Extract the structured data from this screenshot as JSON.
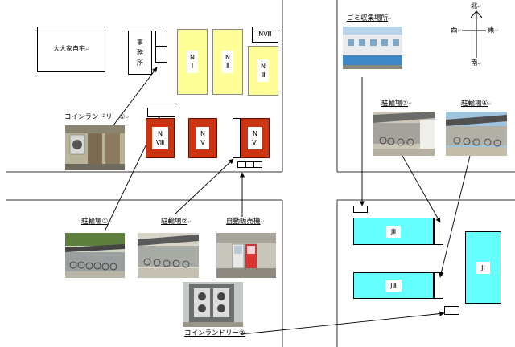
{
  "labels": {
    "owner_house": "大大家自宅",
    "office": [
      "事",
      "務",
      "所"
    ],
    "laundry1": "コインランドリー①",
    "laundry2": "コインランドリー②",
    "bike1": "駐輪場①",
    "bike2": "駐輪場②",
    "bike3": "駐輪場③",
    "bike4": "駐輪場④",
    "vending": "自動販売機",
    "garbage": "ゴミ収集場所",
    "return_mark": "↵"
  },
  "compass": {
    "north": "北",
    "south": "南",
    "east": "東",
    "west": "西"
  },
  "buildings": {
    "n1": [
      "N",
      "Ⅰ"
    ],
    "n2": [
      "N",
      "Ⅱ"
    ],
    "n3": [
      "N",
      "Ⅲ"
    ],
    "n8_top": "NⅧ",
    "n8": [
      "N",
      "Ⅷ"
    ],
    "n5": [
      "N",
      "Ⅴ"
    ],
    "n6": [
      "N",
      "Ⅵ"
    ],
    "j2": "JⅡ",
    "j3": "JⅢ",
    "j1": "JⅠ"
  },
  "colors": {
    "yellow_building": "#ffff99",
    "red_building": "#cc3311",
    "cyan_building": "#66ffff",
    "road_line": "#333333"
  }
}
